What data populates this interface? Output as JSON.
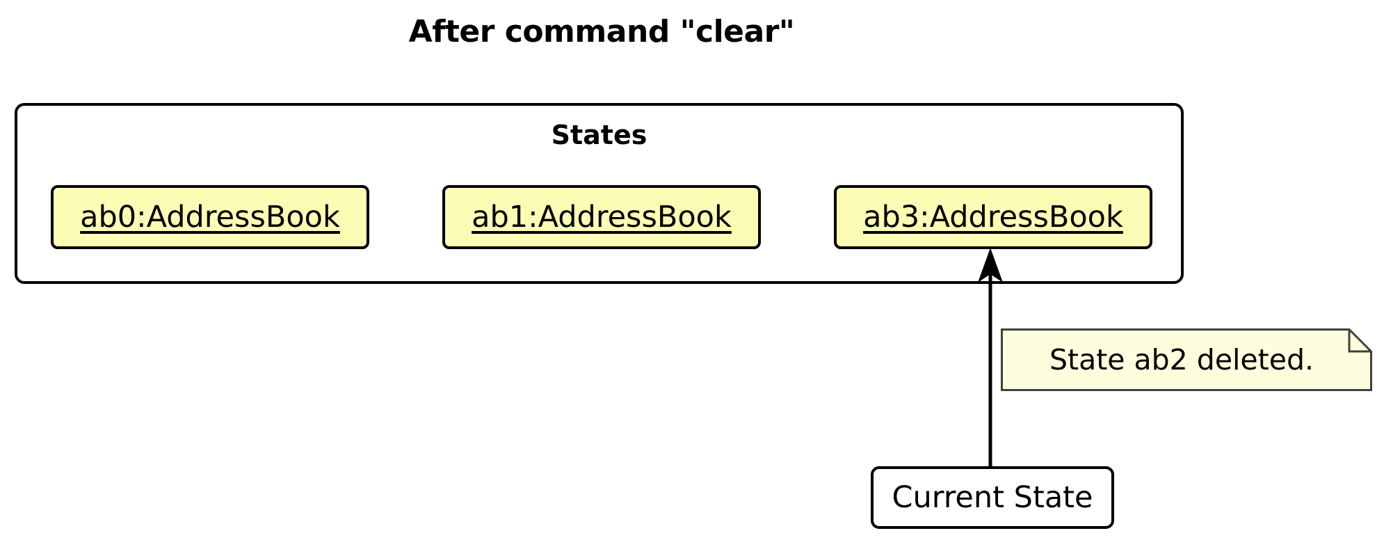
{
  "diagram": {
    "title": "After command \"clear\"",
    "type": "object-diagram"
  },
  "states_frame": {
    "title": "States",
    "objects": [
      {
        "id": "ab0",
        "label": "ab0:AddressBook",
        "fill": "#fcfcb4"
      },
      {
        "id": "ab1",
        "label": "ab1:AddressBook",
        "fill": "#fcfcb4"
      },
      {
        "id": "ab3",
        "label": "ab3:AddressBook",
        "fill": "#fcfcb4"
      }
    ]
  },
  "note": {
    "text": "State ab2 deleted.",
    "fill": "#fefedf",
    "border": "#3f3f3f"
  },
  "current_state": {
    "label": "Current State",
    "points_to": "ab3:AddressBook"
  },
  "colors": {
    "object_fill": "#fcfcb4",
    "note_fill": "#fefedf",
    "stroke": "#000000",
    "background": "#ffffff"
  }
}
